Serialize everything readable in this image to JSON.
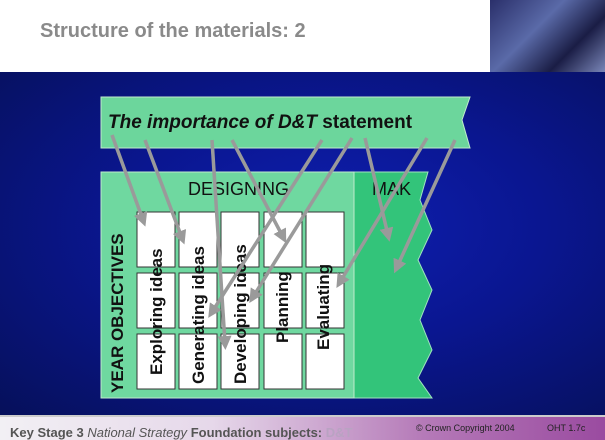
{
  "slide": {
    "title": "Structure of the materials: 2"
  },
  "banner": {
    "italic_text": "The importance of D&T",
    "text": "statement"
  },
  "panels": {
    "designing": "DESIGNING",
    "making": "MAK",
    "side_label": "YEAR OBJECTIVES"
  },
  "columns": [
    "Exploring ideas",
    "Generating ideas",
    "Developing ideas",
    "Planning",
    "Evaluating"
  ],
  "footer": {
    "ks": "Key Stage 3",
    "strategy": "National Strategy",
    "subjects": "Foundation subjects:",
    "dt": "D&T",
    "copyright": "© Crown Copyright 2004",
    "code": "OHT 1.7c"
  },
  "colors": {
    "banner": "#6cd69c",
    "designing": "#6fd8a0",
    "making": "#33c47a",
    "arrow": "#9a9a9a",
    "background": "#0a1690"
  }
}
